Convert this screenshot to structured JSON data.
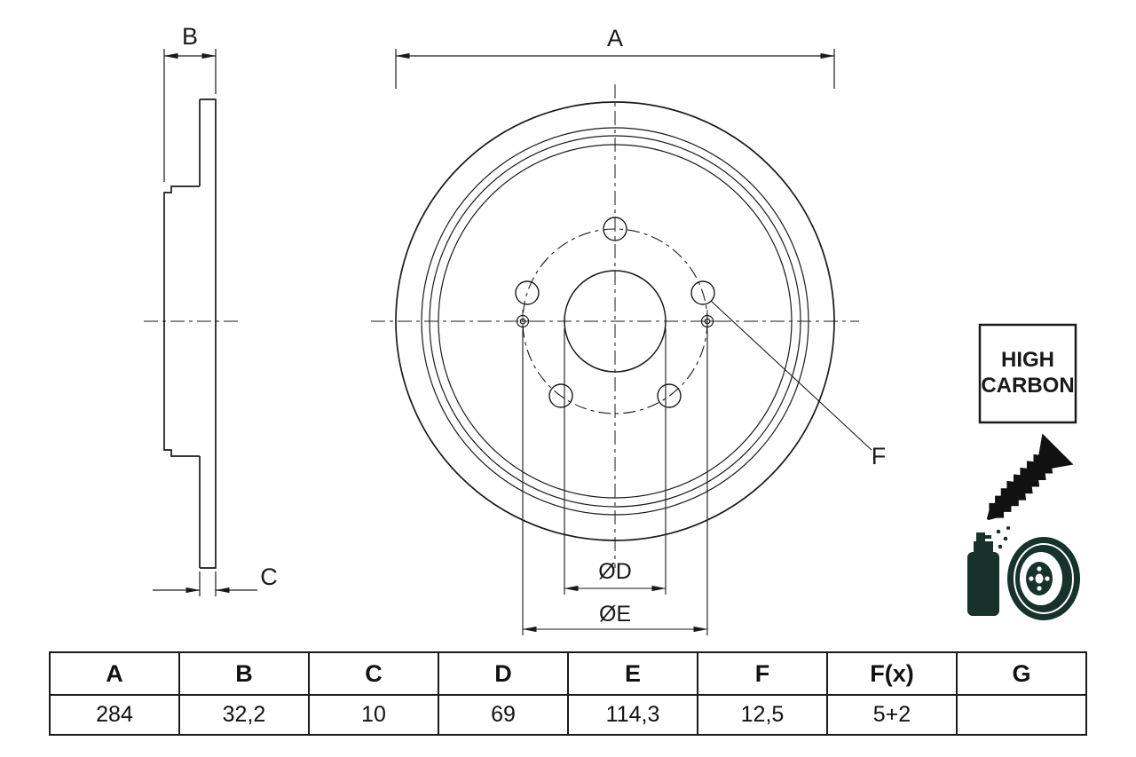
{
  "colors": {
    "line": "#1a1a1a",
    "icon_dark": "#16322a",
    "background": "#ffffff"
  },
  "drawing": {
    "labels": {
      "dim_a": "A",
      "dim_b": "B",
      "dim_c": "C",
      "dim_d": "ØD",
      "dim_e": "ØE",
      "dim_f": "F"
    },
    "badge": {
      "line1": "HIGH",
      "line2": "CARBON"
    }
  },
  "table": {
    "headers": [
      "A",
      "B",
      "C",
      "D",
      "E",
      "F",
      "F(x)",
      "G"
    ],
    "values": [
      "284",
      "32,2",
      "10",
      "69",
      "114,3",
      "12,5",
      "5+2",
      ""
    ]
  }
}
